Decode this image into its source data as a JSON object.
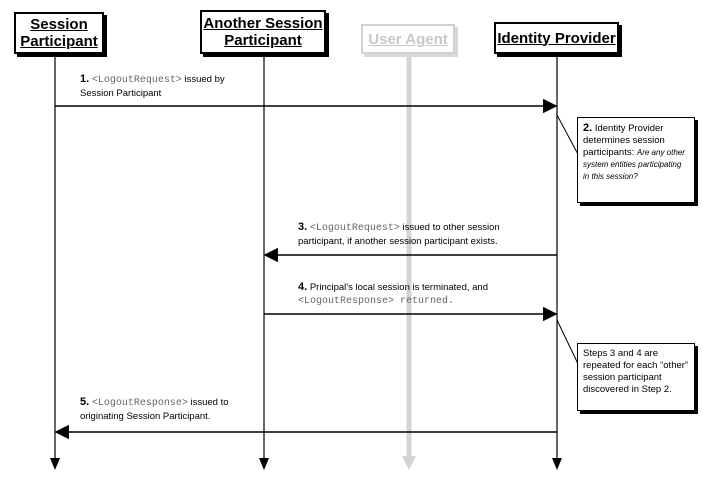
{
  "actors": {
    "session_participant": "Session\nParticipant",
    "another_session_participant": "Another Session\nParticipant",
    "user_agent": "User Agent",
    "identity_provider": "Identity Provider"
  },
  "steps": {
    "s1": {
      "num": "1.",
      "code": "<LogoutRequest>",
      "text1": " issued by",
      "text2": "Session Participant"
    },
    "s2": {
      "num": "2.",
      "text1": " Identity Provider",
      "text2": "determines session",
      "text3": "participants: ",
      "em": "Are any other system entities participating in this session?"
    },
    "s3": {
      "num": "3.",
      "code": "<LogoutRequest>",
      "text1": " issued to other session",
      "text2": "participant, if another session participant exists."
    },
    "s4": {
      "num": "4.",
      "text1": " Principal's local session is terminated, and",
      "code": "<LogoutResponse> returned."
    },
    "note2": "Steps 3 and 4 are repeated for each “other” session participant discovered in Step 2.",
    "s5": {
      "num": "5.",
      "code": "<LogoutResponse>",
      "text1": " issued to",
      "text2": "originating Session Participant."
    }
  },
  "colors": {
    "line": "#000000",
    "dim": "#d4d4d4"
  }
}
